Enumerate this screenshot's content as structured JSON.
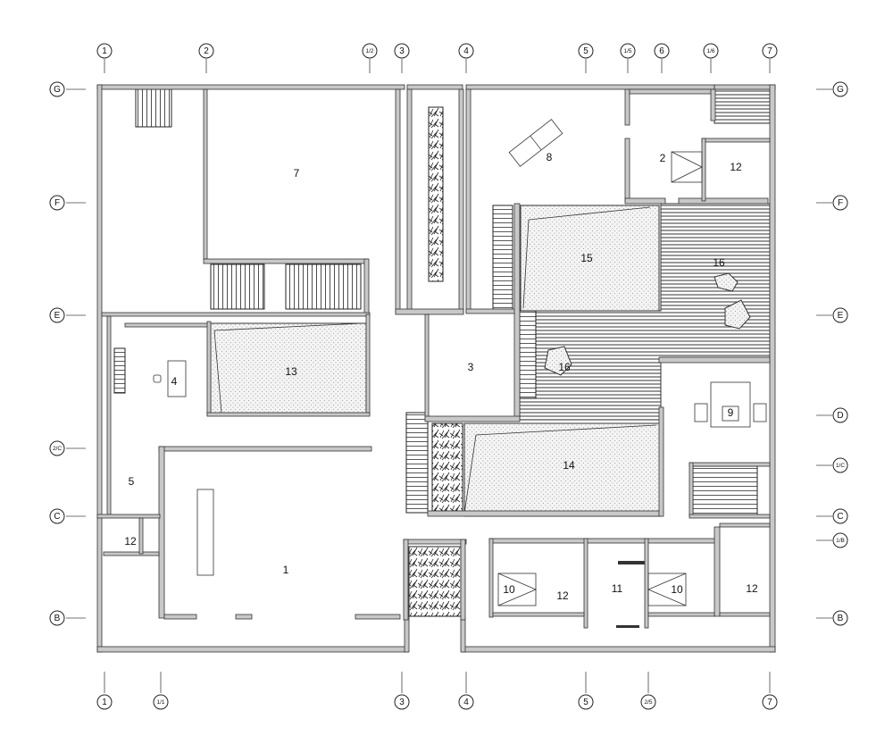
{
  "drawing": {
    "type": "architectural floor plan",
    "grid_axes": {
      "top": [
        "1",
        "2",
        "1/2",
        "3",
        "4",
        "5",
        "1/5",
        "6",
        "1/6",
        "7"
      ],
      "bottom": [
        "1",
        "1/1",
        "3",
        "4",
        "5",
        "2/5",
        "7"
      ],
      "left": [
        "G",
        "F",
        "E",
        "2/C",
        "C",
        "B"
      ],
      "right": [
        "G",
        "F",
        "E",
        "D",
        "1/C",
        "C",
        "1/B",
        "B"
      ]
    },
    "rooms": [
      "7",
      "8",
      "2",
      "12",
      "15",
      "16",
      "16",
      "4",
      "13",
      "3",
      "9",
      "5",
      "14",
      "12",
      "1",
      "10",
      "12",
      "11",
      "10",
      "12"
    ],
    "colors": {
      "wall": "#c8c8c8",
      "line": "#333333",
      "deck": "#555555",
      "pool": "#f2f2f2"
    }
  }
}
